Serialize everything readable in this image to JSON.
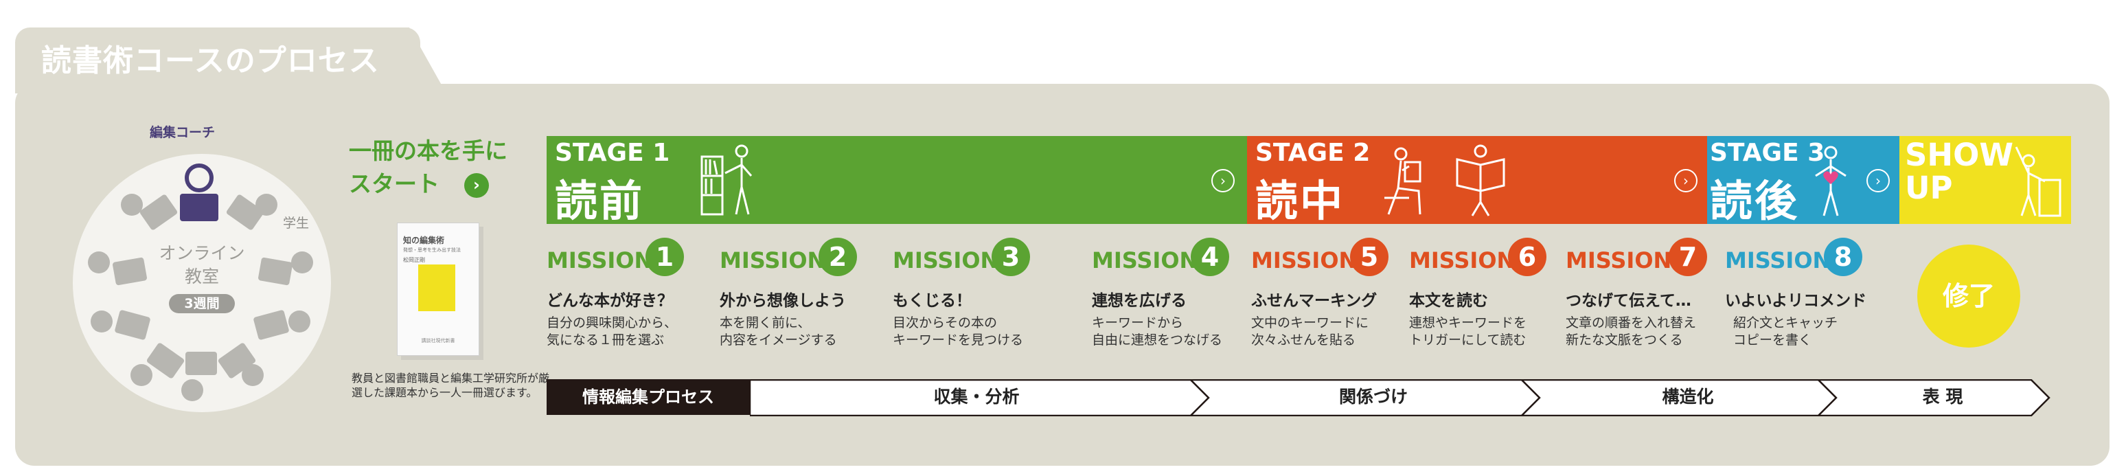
{
  "header": {
    "title": "読書術コースのプロセス"
  },
  "left": {
    "coach_label": "編集コーチ",
    "student_label": "学生",
    "center_title_line1": "オンライン",
    "center_title_line2": "教室",
    "weeks_badge": "3週間"
  },
  "start": {
    "line1": "一冊の本を手に",
    "line2": "スタート",
    "arrow": "›",
    "book_title": "知の編集術",
    "book_subtitle": "発想・思考を生み出す技法",
    "book_author": "松岡正剛",
    "book_publisher": "講談社現代新書",
    "note": "教員と図書館職員と編集工学研究所が厳選した課題本から一人一冊選びます。"
  },
  "stages": [
    {
      "label": "STAGE 1",
      "name": "読前",
      "arrow": "›"
    },
    {
      "label": "STAGE 2",
      "name": "読中",
      "arrow": "›"
    },
    {
      "label": "STAGE 3",
      "name": "読後",
      "arrow": "›"
    },
    {
      "label": "SHOW UP"
    }
  ],
  "missions": [
    {
      "label": "MISSION",
      "number": "1",
      "title": "どんな本が好き？",
      "desc1": "自分の興味関心から、",
      "desc2": "気になる１冊を選ぶ"
    },
    {
      "label": "MISSION",
      "number": "2",
      "title": "外から想像しよう",
      "desc1": "本を開く前に、",
      "desc2": "内容をイメージする"
    },
    {
      "label": "MISSION",
      "number": "3",
      "title": "もくじる！",
      "desc1": "目次からその本の",
      "desc2": "キーワードを見つける"
    },
    {
      "label": "MISSION",
      "number": "4",
      "title": "連想を広げる",
      "desc1": "キーワードから",
      "desc2": "自由に連想をつなげる"
    },
    {
      "label": "MISSION",
      "number": "5",
      "title": "ふせんマーキング",
      "desc1": "文中のキーワードに",
      "desc2": "次々ふせんを貼る"
    },
    {
      "label": "MISSION",
      "number": "6",
      "title": "本文を読む",
      "desc1": "連想やキーワードを",
      "desc2": "トリガーにして読む"
    },
    {
      "label": "MISSION",
      "number": "7",
      "title": "つなげて伝えて…",
      "desc1": "文章の順番を入れ替え",
      "desc2": "新たな文脈をつくる"
    },
    {
      "label": "MISSION",
      "number": "8",
      "title": "いよいよリコメンド",
      "desc1": "紹介文とキャッチ",
      "desc2": "コピーを書く"
    }
  ],
  "complete": "修了",
  "process": {
    "heading": "情報編集プロセス",
    "steps": [
      "収集・分析",
      "関係づけ",
      "構造化",
      "表 現"
    ]
  },
  "colors": {
    "green": "#5ba332",
    "orange": "#df4f1f",
    "blue": "#2aa1c8",
    "yellow": "#f1e11f",
    "panel": "#dedcd0",
    "coach": "#4a3f78"
  }
}
